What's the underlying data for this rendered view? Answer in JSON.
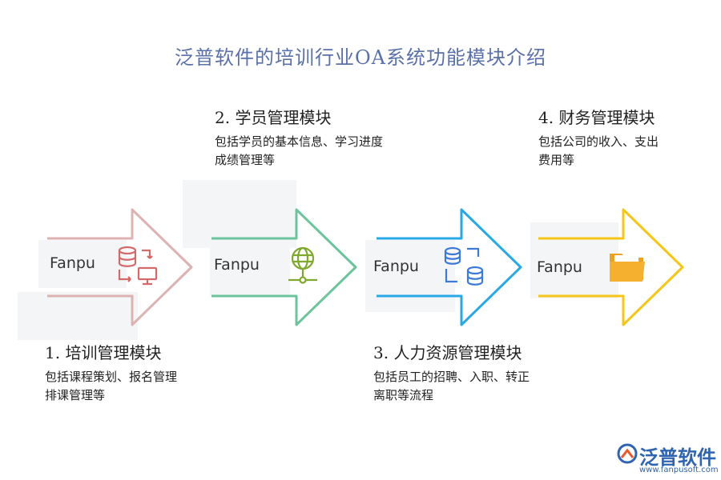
{
  "title": "泛普软件的培训行业OA系统功能模块介绍",
  "modules": [
    {
      "heading": "1.  培训管理模块",
      "desc1": "包括课程策划、报名管理",
      "desc2": "排课管理等",
      "tag": "Fanpu",
      "color": "#dcb2b2",
      "icon": "database-desktop-icon"
    },
    {
      "heading": "2.  学员管理模块",
      "desc1": "包括学员的基本信息、学习进度",
      "desc2": "成绩管理等",
      "tag": "Fanpu",
      "color": "#6cc49c",
      "icon": "globe-network-icon"
    },
    {
      "heading": "3.  人力资源管理模块",
      "desc1": "包括员工的招聘、入职、转正",
      "desc2": "离职等流程",
      "tag": "Fanpu",
      "color": "#29a8e6",
      "icon": "database-sync-icon"
    },
    {
      "heading": "4.  财务管理模块",
      "desc1": "包括公司的收入、支出",
      "desc2": "费用等",
      "tag": "Fanpu",
      "color": "#f5c518",
      "icon": "folder-icon"
    }
  ],
  "logo": {
    "name": "泛普软件",
    "url": "www.fanpusoft.com"
  }
}
